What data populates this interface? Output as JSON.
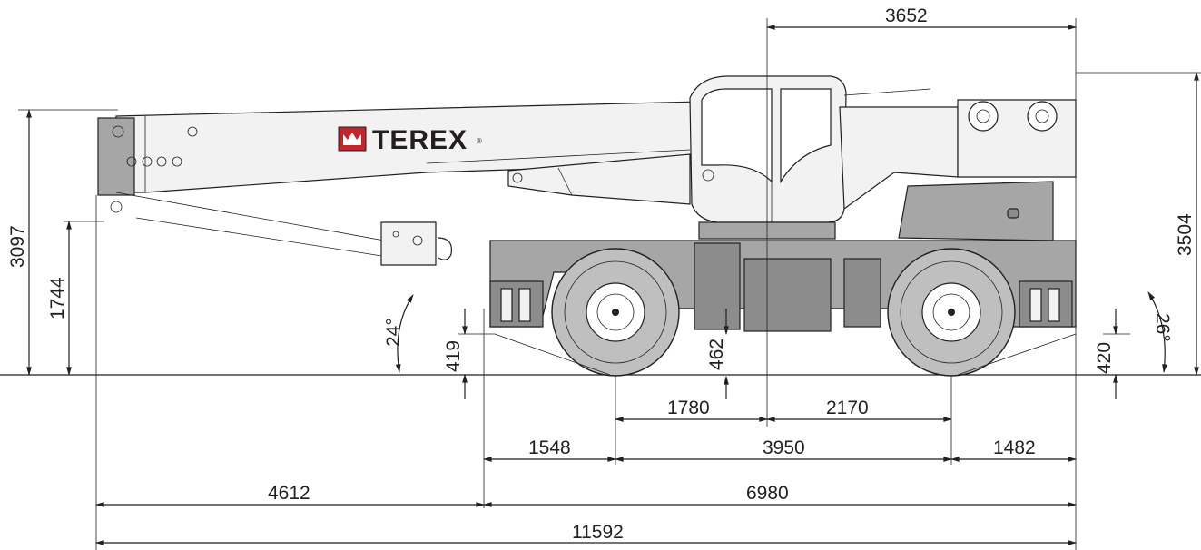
{
  "brand": {
    "name": "TEREX",
    "registered": "®"
  },
  "dimensions": {
    "cab_to_rear": "3652",
    "boom_top_height": "3097",
    "hook_height": "1744",
    "overall_height": "3504",
    "front_ground_clearance": "419",
    "rear_ground_clearance": "420",
    "center_clearance": "462",
    "front_axle_to_center": "1780",
    "center_to_rear_axle": "2170",
    "front_overhang": "1548",
    "wheelbase": "3950",
    "rear_overhang": "1482",
    "boom_overhang": "4612",
    "carrier_length": "6980",
    "overall_length": "11592"
  },
  "angles": {
    "approach": "24°",
    "departure": "26°"
  }
}
